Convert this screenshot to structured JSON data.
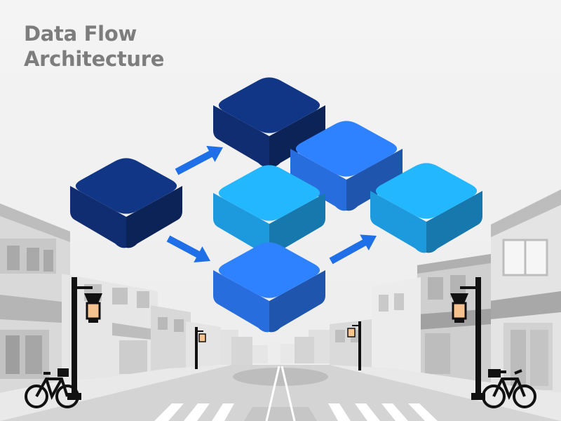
{
  "title": {
    "line1": "Data Flow",
    "line2": "Architecture"
  },
  "colors": {
    "navy": "#10317a",
    "royal": "#1f63d8",
    "bright": "#2b76f0",
    "sky": "#1fa6f0",
    "arrow": "#1f6fe8",
    "background": "#f2f2f2",
    "title": "#7d7d7d"
  },
  "diagram": {
    "nodes": [
      {
        "id": "node-source",
        "tone": "navy"
      },
      {
        "id": "node-top",
        "tone": "navy"
      },
      {
        "id": "node-center",
        "tone": "sky"
      },
      {
        "id": "node-right-upper",
        "tone": "bright"
      },
      {
        "id": "node-right",
        "tone": "sky"
      },
      {
        "id": "node-bottom",
        "tone": "bright"
      }
    ],
    "edges": [
      {
        "from": "node-source",
        "to": "node-top"
      },
      {
        "from": "node-source",
        "to": "node-bottom"
      },
      {
        "from": "node-bottom",
        "to": "node-right"
      }
    ]
  }
}
